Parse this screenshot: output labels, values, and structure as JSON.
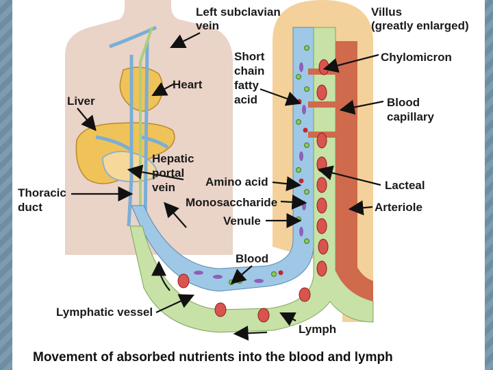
{
  "caption": "Movement of absorbed nutrients into the blood and lymph",
  "labels": {
    "left_subclavian_1": "Left subclavian",
    "left_subclavian_2": "vein",
    "villus_1": "Villus",
    "villus_2": "(greatly enlarged)",
    "heart": "Heart",
    "liver": "Liver",
    "short_1": "Short",
    "short_2": "chain",
    "short_3": "fatty",
    "short_4": "acid",
    "chylomicron": "Chylomicron",
    "blood_cap_1": "Blood",
    "blood_cap_2": "capillary",
    "hepatic_1": "Hepatic",
    "hepatic_2": "portal",
    "hepatic_3": "vein",
    "thoracic_1": "Thoracic",
    "thoracic_2": "duct",
    "amino_acid": "Amino acid",
    "monosaccharide": "Monosaccharide",
    "venule": "Venule",
    "lacteal": "Lacteal",
    "arteriole": "Arteriole",
    "blood": "Blood",
    "lymphatic_vessel": "Lymphatic vessel",
    "lymph": "Lymph"
  },
  "colors": {
    "body": "#e9d2c6",
    "vein_blue": "#9ec8e6",
    "lymph_green": "#c7e1a6",
    "artery_red": "#cf6a4c",
    "villus_orange": "#f3cf94",
    "organ_yellow": "#f0c35a"
  }
}
